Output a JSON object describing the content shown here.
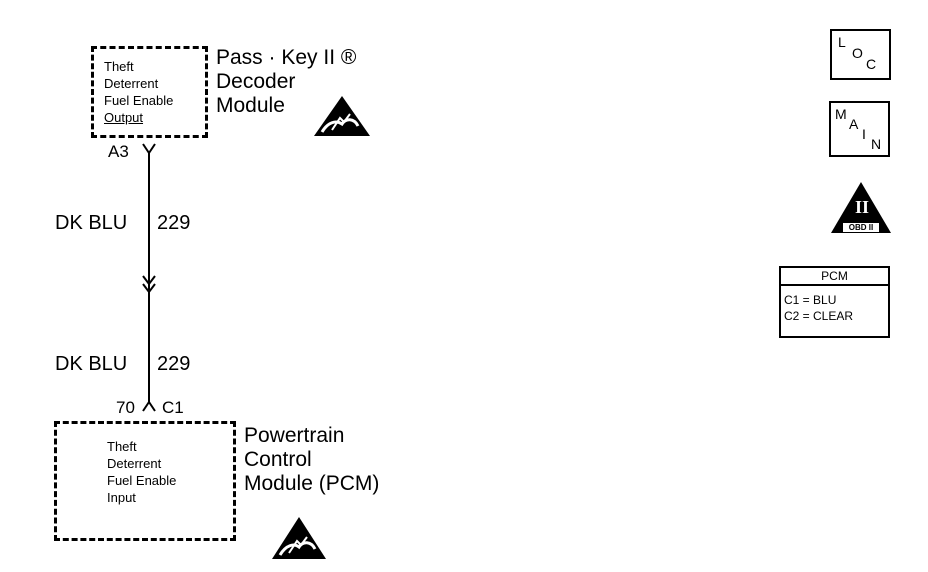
{
  "upper_module": {
    "inner_lines": [
      "Theft",
      "Deterrent",
      "Fuel Enable",
      "Output"
    ],
    "name_lines": [
      "Pass · Key II ®",
      "Decoder",
      "Module"
    ]
  },
  "upper_connector": {
    "pin": "A3"
  },
  "wire_top": {
    "color": "DK BLU",
    "circuit": "229"
  },
  "wire_bottom": {
    "color": "DK BLU",
    "circuit": "229"
  },
  "lower_connector": {
    "pin": "70",
    "connector": "C1"
  },
  "lower_module": {
    "inner_lines": [
      "Theft",
      "Deterrent",
      "Fuel Enable",
      "Input"
    ],
    "name_lines": [
      "Powertrain",
      "Control",
      "Module (PCM)"
    ]
  },
  "symbols": {
    "loc": [
      "L",
      "O",
      "C"
    ],
    "main": [
      "M",
      "A",
      "I",
      "N"
    ],
    "obd": {
      "numeral": "II",
      "label": "OBD II"
    }
  },
  "pcm_table": {
    "title": "PCM",
    "rows": [
      "C1 = BLU",
      "C2 = CLEAR"
    ]
  },
  "icons": [
    "esd-warning-icon",
    "obd-ii-icon"
  ]
}
